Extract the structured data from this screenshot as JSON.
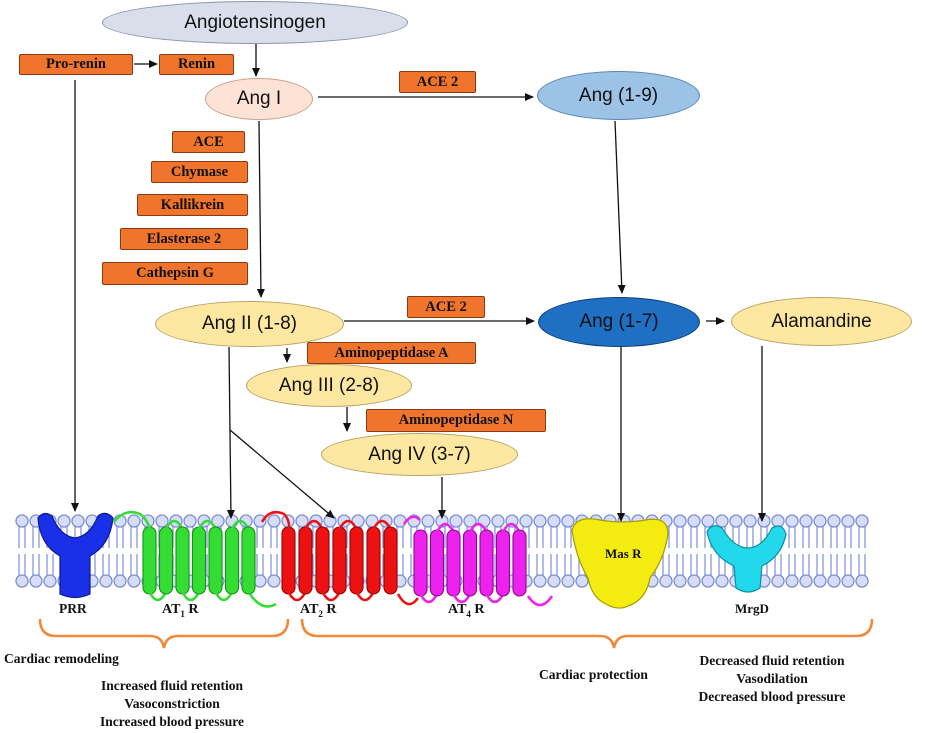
{
  "nodes": {
    "angiotensinogen": "Angiotensinogen",
    "ang1": "Ang I",
    "ang19": "Ang (1-9)",
    "ang2": "Ang II (1-8)",
    "ang17": "Ang (1-7)",
    "alamandine": "Alamandine",
    "ang3": "Ang III (2-8)",
    "ang4": "Ang IV (3-7)"
  },
  "enzymes": {
    "prorenin": "Pro-renin",
    "renin": "Renin",
    "ace2_top": "ACE 2",
    "ace": "ACE",
    "chymase": "Chymase",
    "kallikrein": "Kallikrein",
    "elastase2": "Elasterase 2",
    "cathepsin": "Cathepsin G",
    "ace2_mid": "ACE 2",
    "apa": "Aminopeptidase A",
    "apn": "Aminopeptidase N"
  },
  "receptors": {
    "prr": "PRR",
    "at1": {
      "prefix": "AT",
      "sub": "1",
      "suffix": " R"
    },
    "at2": {
      "prefix": "AT",
      "sub": "2",
      "suffix": " R"
    },
    "at4": {
      "prefix": "AT",
      "sub": "4",
      "suffix": " R"
    },
    "masr": "Mas R",
    "mrgd": "MrgD"
  },
  "effects": {
    "left_remodel": "Cardiac remodeling",
    "left_lines": [
      "Increased fluid retention",
      "Vasoconstriction",
      "Increased blood pressure"
    ],
    "right_protect": "Cardiac protection",
    "right_lines": [
      "Decreased fluid retention",
      "Vasodilation",
      "Decreased blood pressure"
    ]
  },
  "colors": {
    "enzyme": "#f0742b",
    "angiotensinogen": "#d9dfea",
    "ang1": "#fde3d6",
    "ang19": "#9cc3e6",
    "ang17": "#1f6fc4",
    "peptide_yellow": "#fee8a1",
    "membrane": "#7b8fd6",
    "prr": "#1930e8",
    "at1": "#33dd33",
    "at2": "#ee1111",
    "at4": "#ee22ee",
    "masr": "#f4ec10",
    "mrgd": "#22d8ea",
    "bracket": "#f08a3a"
  }
}
